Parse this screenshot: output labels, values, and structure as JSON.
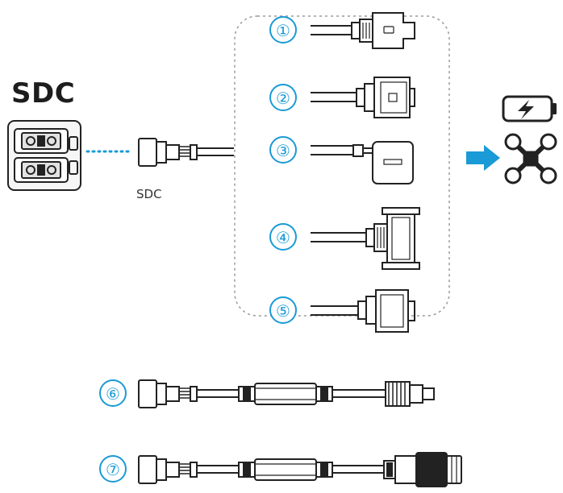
{
  "hub": {
    "title": "SDC"
  },
  "connector": {
    "label": "SDC"
  },
  "options": [
    {
      "number": "①"
    },
    {
      "number": "②"
    },
    {
      "number": "③"
    },
    {
      "number": "④"
    },
    {
      "number": "⑤"
    },
    {
      "number": "⑥"
    },
    {
      "number": "⑦"
    }
  ],
  "icons": {
    "battery": "battery-charging-icon",
    "drone": "drone-icon",
    "arrow": "arrow-right-icon"
  },
  "colors": {
    "accent": "#1a9ad6",
    "stroke": "#222222",
    "dashed": "#9a9a9a"
  }
}
